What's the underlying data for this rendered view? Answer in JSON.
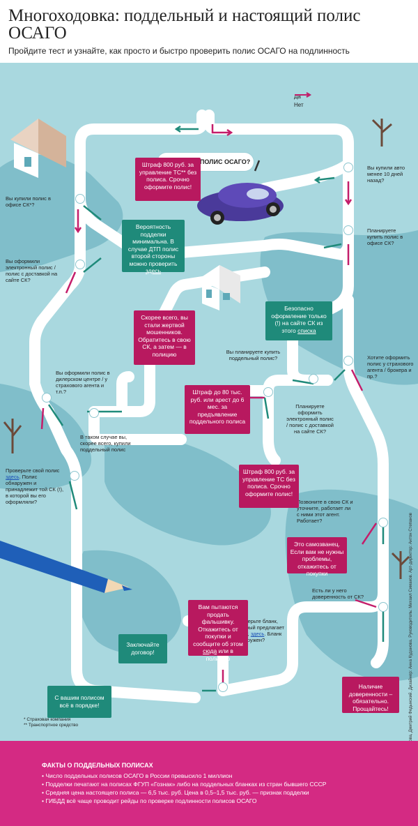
{
  "header": {
    "title": "Многоходовка: поддельный и настоящий полис ОСАГО",
    "subtitle": "Пройдите тест и узнайте, как просто и быстро проверить полис ОСАГО на подлинность"
  },
  "start_label": "У ВАС ЕСТЬ ПОЛИС ОСАГО?",
  "legend": {
    "yes": "Да",
    "no": "Нет",
    "yes_color": "#1f8a7a",
    "no_color": "#c41d6a"
  },
  "questions": {
    "q_bought_car": "Вы купили авто менее 10 дней назад?",
    "q_plan_office": "Планируете купить полис в офисе СК?",
    "q_bought_office": "Вы купили полис в офисе СК*?",
    "q_online": "Вы оформили электронный полис / полис с доставкой на сайте СК?",
    "q_agent_plan": "Хотите оформить полис у страхового агента / брокера и пр.?",
    "q_plan_fake": "Вы планируете купить поддельный полис?",
    "q_plan_online": "Планируете оформить электронный полис / полис с доставкой на сайте СК?",
    "q_dealer": "Вы оформили полис в дилерском центре / у страхового агента и т.п.?",
    "q_check_pre": "Проверьте свой полис ",
    "q_check_link": "здесь",
    "q_check_post": ". Полис обнаружен и принадлежит той СК (!), в которой вы его оформляли?",
    "q_call": "Позвоните в свою СК и уточните, работает ли с ними этот агент. Работает?",
    "q_power": "Есть ли у него доверенность от СК?",
    "q_blank_pre": "Проверьте бланк, который предлагает агент, ",
    "q_blank_link": "здесь",
    "q_blank_post": ". Бланк обнаружен?"
  },
  "boxes": {
    "fine_800_a": "Штраф 800 руб. за управление ТС** без полиса. Срочно оформите полис!",
    "low_prob_pre": "Вероятность подделки минимальна. В случае ДТП полис второй стороны можно проверить ",
    "low_prob_link": "здесь",
    "fraud_victim": "Скорее всего, вы стали жертвой мошенников. Обратитесь в свою СК, а затем — в полицию",
    "safe_pre": "Безопасно оформление только (!) на сайте СК из этого ",
    "safe_link": "списка",
    "fake_probably": "В таком случае вы, скорее всего, купили поддельный полис",
    "fine_80k": "Штраф до 80 тыс. руб. или арест до 6 мес. за предъявление поддельного полиса",
    "fine_800_b": "Штраф 800 руб. за управление ТС без полиса. Срочно оформите полис!",
    "impostor": "Это самозванец. Если вам не нужны проблемы, откажитесь от покупки",
    "sell_fake_pre": "Вам пытаются продать фальшивку. Откажитесь от покупки и сообщите об этом ",
    "sell_fake_link": "сюда",
    "sell_fake_post": " или в полицию",
    "conclude": "Заключайте договор!",
    "all_ok": "С вашим полисом всё в порядке!",
    "power_ok": "Наличие доверенности – обязательно. Прощайтесь!"
  },
  "notes": [
    "* Страховая компания",
    "** Транспортное средство"
  ],
  "credits": "Редакторы: Елена Приданникова, Дмитрий Федынский. Дизайнер: Анна Куданова. Руководитель: Михаил Симаков. Арт-директор: Антон Степанов",
  "footer": {
    "title": "ФАКТЫ О ПОДДЕЛЬНЫХ ПОЛИСАХ",
    "facts": [
      "Число поддельных полисов ОСАГО в России превысило 1 миллион",
      "Подделки печатают на полисах ФГУП «Гознак» либо на поддельных бланках из стран бывшего СССР",
      "Средняя цена настоящего полиса — 6,5 тыс. руб. Цена в 0,5–1,5 тыс. руб. — признак подделки",
      "ГИБДД всё чаще проводит рейды по проверке подлинности полисов ОСАГО"
    ]
  },
  "colors": {
    "map": "#a9d8df",
    "land": "#5ea9b8",
    "road": "#ffffff",
    "pink": "#b8195f",
    "green": "#1f8a7a",
    "footer": "#d42a83"
  }
}
